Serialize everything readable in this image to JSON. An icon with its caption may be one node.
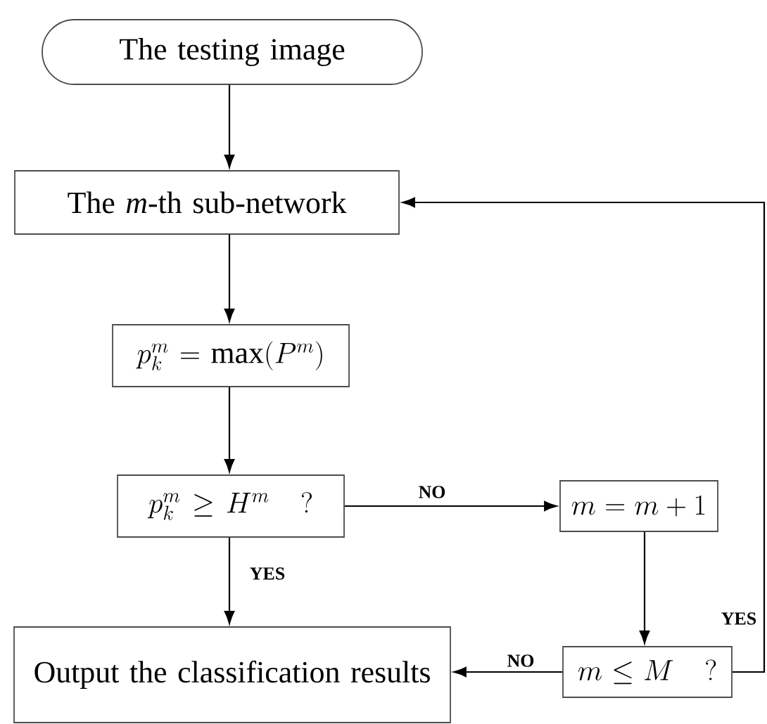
{
  "diagram": {
    "nodes": [
      {
        "text": [
          "The testing image"
        ]
      },
      {
        "text": [
          "The *m*-th sub-network"
        ]
      },
      {
        "text": [
          "p_{k}^{m}=\\max(P^{m})"
        ]
      },
      {
        "text": [
          "p_{k}^{m}\\geq H^{m}\\quad ?"
        ]
      },
      {
        "text": [
          "m=m+1"
        ]
      },
      {
        "text": [
          "m\\leq M\\quad ?"
        ]
      },
      {
        "text": [
          "Output the classification results"
        ]
      }
    ],
    "edges": [
      {
        "from": 0,
        "to": 1,
        "arrow": "to"
      },
      {
        "from": 1,
        "to": 2,
        "arrow": "to"
      },
      {
        "from": 2,
        "to": 3,
        "arrow": "to"
      },
      {
        "from": 3,
        "to": 4,
        "arrow": "to",
        "label": "NO"
      },
      {
        "from": 3,
        "to": 6,
        "arrow": "to",
        "label": "YES"
      },
      {
        "from": 4,
        "to": 5,
        "arrow": "to"
      },
      {
        "from": 5,
        "to": 6,
        "arrow": "to",
        "label": "NO"
      },
      {
        "from": 5,
        "to": 1,
        "arrow": "to",
        "label": "YES"
      }
    ]
  }
}
